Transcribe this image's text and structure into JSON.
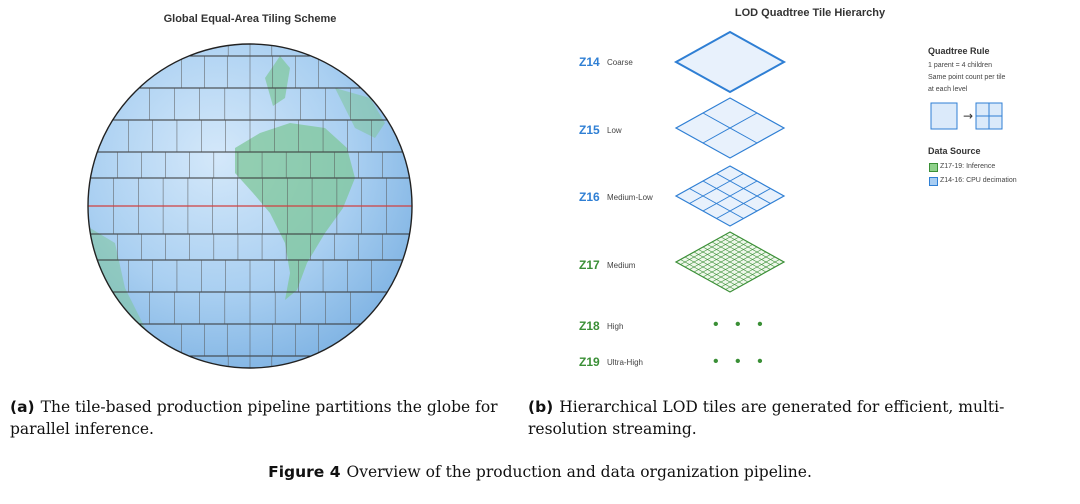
{
  "left_panel": {
    "title": "Global Equal-Area Tiling Scheme"
  },
  "right_panel": {
    "title": "LOD Quadtree Tile Hierarchy",
    "levels": [
      {
        "zoom": "Z14",
        "desc": "Coarse",
        "grid": 1,
        "color": "#2f7fd4"
      },
      {
        "zoom": "Z15",
        "desc": "Low",
        "grid": 2,
        "color": "#2f7fd4"
      },
      {
        "zoom": "Z16",
        "desc": "Medium-Low",
        "grid": 4,
        "color": "#2f7fd4"
      },
      {
        "zoom": "Z17",
        "desc": "Medium",
        "grid": 12,
        "color": "#3a8f36"
      },
      {
        "zoom": "Z18",
        "desc": "High",
        "color": "#3a8f36"
      },
      {
        "zoom": "Z19",
        "desc": "Ultra-High",
        "color": "#3a8f36"
      }
    ],
    "dots": "• • •",
    "quadtree_rule": {
      "heading": "Quadtree Rule",
      "line1": "1 parent = 4 children",
      "line2": "Same point count per tile",
      "line3": "at each level"
    },
    "data_source": {
      "heading": "Data Source",
      "inference_label": "Z17-19: Inference",
      "decimation_label": "Z14-16: CPU decimation",
      "inference_color": "#8fd18b",
      "decimation_color": "#a8cdf2"
    }
  },
  "captions": {
    "a_tag": "(a)",
    "a_text": "The tile-based production pipeline partitions the globe for parallel inference.",
    "b_tag": "(b)",
    "b_text": "Hierarchical LOD tiles are generated for efficient, multi-resolution streaming.",
    "figure_tag": "Figure 4",
    "figure_text": "Overview of the production and data organization pipeline."
  },
  "colors": {
    "ocean": "#a9cff1",
    "land": "#7fc79a",
    "equator": "#d04040",
    "blue_accent": "#2f7fd4",
    "green_accent": "#3a8f36"
  }
}
